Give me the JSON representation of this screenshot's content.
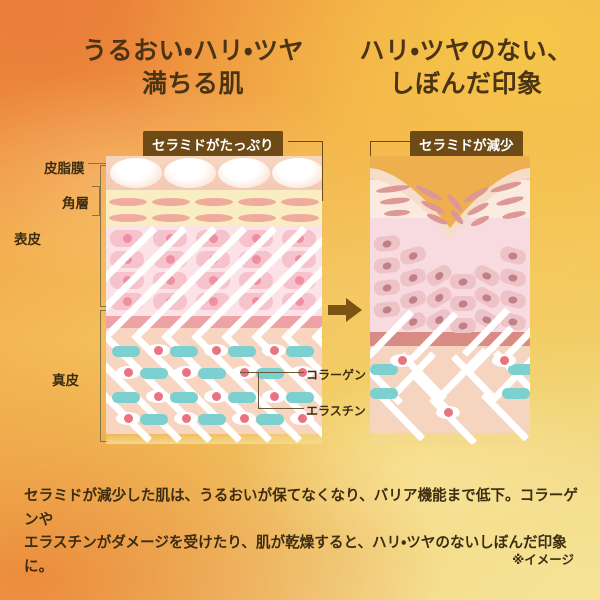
{
  "headings": {
    "left": "うるおい・ハリ・ツヤ\n満ちる肌",
    "right": "ハリ・ツヤのない、\nしぼんだ印象"
  },
  "ribbons": {
    "left": "セラミドがたっぷり",
    "right": "セラミドが減少"
  },
  "layer_labels": {
    "sebum_film": "皮脂膜",
    "stratum_corneum": "角層",
    "epidermis": "表皮",
    "dermis": "真皮"
  },
  "callouts": {
    "collagen": "コラーゲン",
    "elastin": "エラスチン"
  },
  "body_copy": "セラミドが減少した肌は、うるおいが保てなくなり、バリア機能まで低下。コラーゲンや\nエラスチンがダメージを受けたり、肌が乾燥すると、ハリ・ツヤのないしぼんだ印象に。",
  "footnote": "※イメージ",
  "icons": {
    "arrow": "right-arrow-icon"
  },
  "colors": {
    "background_top_left": "#ee8a3e",
    "background_top_right": "#f3c04e",
    "background_bottom_left": "#ec8638",
    "background_bottom_right": "#f5e296",
    "heading_text": "#4a3414",
    "ribbon_background": "#6d4a16",
    "ribbon_text": "#ffffff",
    "arrow": "#7a5410",
    "sebum_film": "#f5d0bd",
    "stratum_corneum": "#f9eec2",
    "corneum_cell": "#f0ab9d",
    "epidermis": "#fbe2e6",
    "epidermis_cell": "#f6c3cd",
    "epidermis_nucleus": "#ef8fa2",
    "dermis": "#f7d5c0",
    "collagen_lattice": "#ffffff",
    "elastin": "#7cd0cf",
    "fibroblast_nucleus": "#e9737f",
    "body_text": "#3b2c12"
  },
  "diagram": {
    "left_panel": {
      "sebum_domes": 4,
      "corneum_rows": 2,
      "corneum_cells_per_row": 5,
      "epidermis_rows": 4,
      "epidermis_cols": 5,
      "dermis_elastin_count": 11,
      "dermis_fibroblast_count": 11
    },
    "right_panel": {
      "fissure": "V字",
      "corneum_streaks": 14,
      "epidermis_cells": 26,
      "dermis_elastin_count": 4,
      "dermis_fibroblast_count": 3
    }
  }
}
